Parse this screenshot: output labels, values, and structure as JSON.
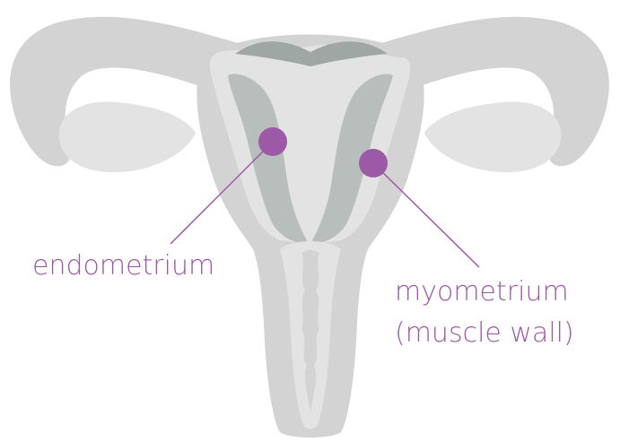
{
  "labels": {
    "endometrium": "endometrium",
    "myometrium": "myometrium",
    "myometrium_note": "(muscle wall)"
  },
  "colors": {
    "outer": "#d3d3d3",
    "light": "#e3e3e3",
    "mid": "#b8bebb",
    "dark": "#9fa7a4",
    "accent": "#9b59a6"
  }
}
